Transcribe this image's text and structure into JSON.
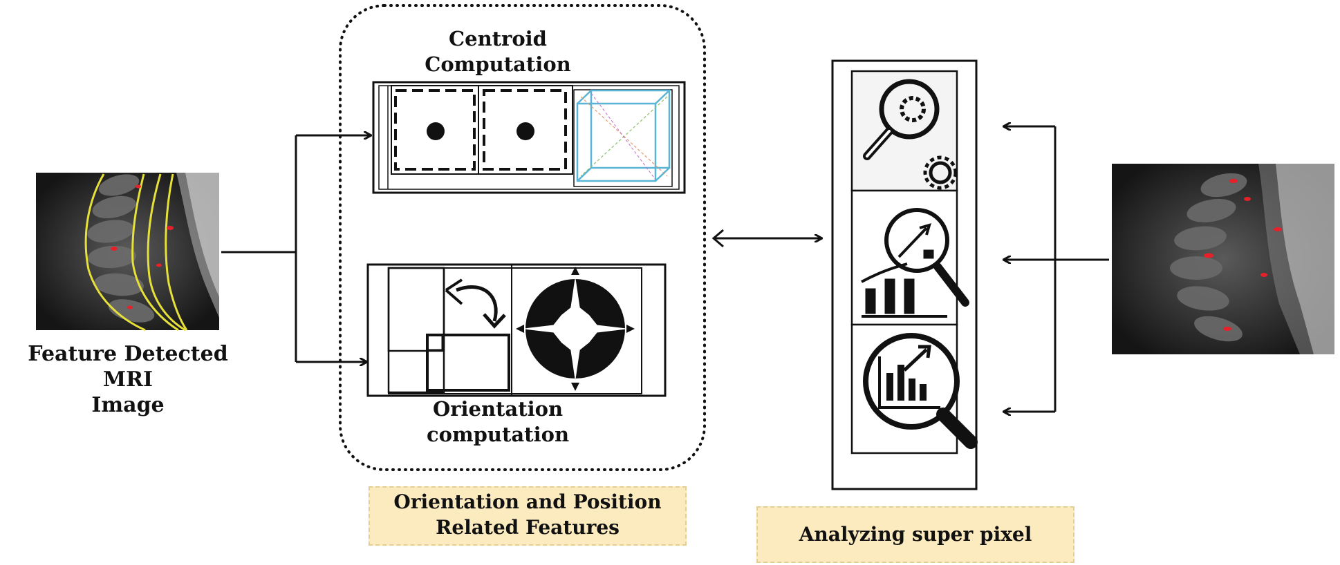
{
  "left_caption": {
    "line1": "Feature Detected MRI",
    "line2": "Image"
  },
  "centroid_caption": {
    "line1": "Centroid",
    "line2": "Computation"
  },
  "orientation_caption": {
    "line1": "Orientation",
    "line2": "computation"
  },
  "features_box": {
    "line1": "Orientation and Position",
    "line2": "Related Features"
  },
  "superpixel_box": {
    "label": "Analyzing super pixel"
  },
  "colors": {
    "outline": "#111111",
    "mri_contour": "#e6e03a",
    "mri_marker": "#e8202a",
    "label_fill": "#fcebbf",
    "label_border": "#e3cf96",
    "cube_line": "#5ab4d6"
  },
  "icons": [
    "magnifier-gear-icon",
    "magnifier-growth-icon",
    "magnifier-chart-icon",
    "compass-icon",
    "rotate-arrow-icon",
    "dot-square-icon",
    "cube-icon"
  ]
}
